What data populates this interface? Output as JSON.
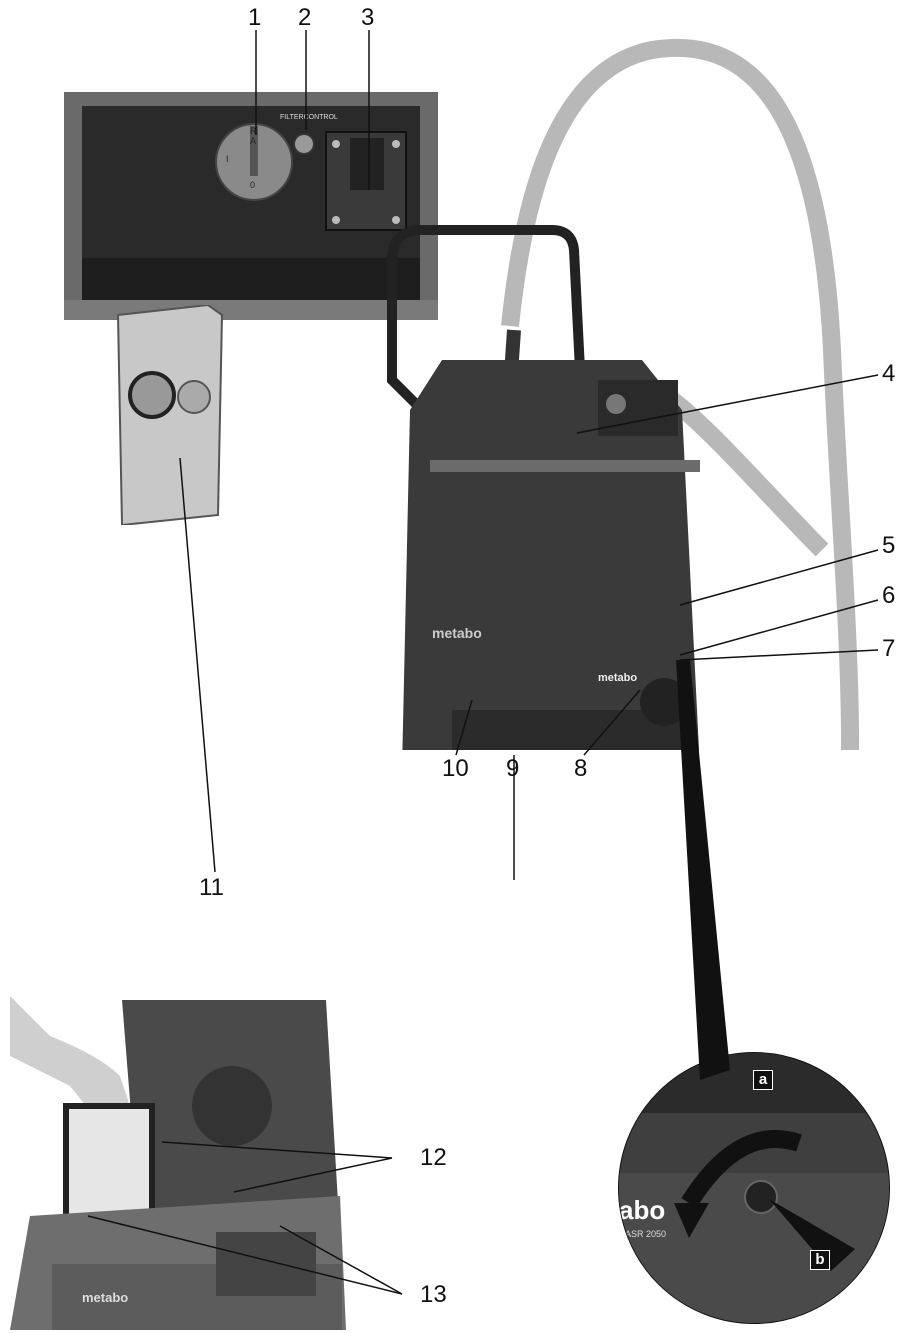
{
  "callouts": {
    "c1": "1",
    "c2": "2",
    "c3": "3",
    "c4": "4",
    "c5": "5",
    "c6": "6",
    "c7": "7",
    "c8": "8",
    "c9": "9",
    "c10": "10",
    "c11": "11",
    "c12": "12",
    "c13": "13"
  },
  "panel": {
    "filter_label": "FILTERCONTROL",
    "dial_r": "R",
    "dial_a": "A",
    "dial_i": "I",
    "dial_0": "0"
  },
  "brand": {
    "logo": "metabo",
    "detail_logo": "abo",
    "detail_model": "ASR 2050"
  },
  "detail_labels": {
    "a": "a",
    "b": "b"
  },
  "colors": {
    "line": "#111111",
    "body_dark": "#3a3a3a",
    "body_mid": "#6b6b6b",
    "hose": "#b8b8b8"
  }
}
